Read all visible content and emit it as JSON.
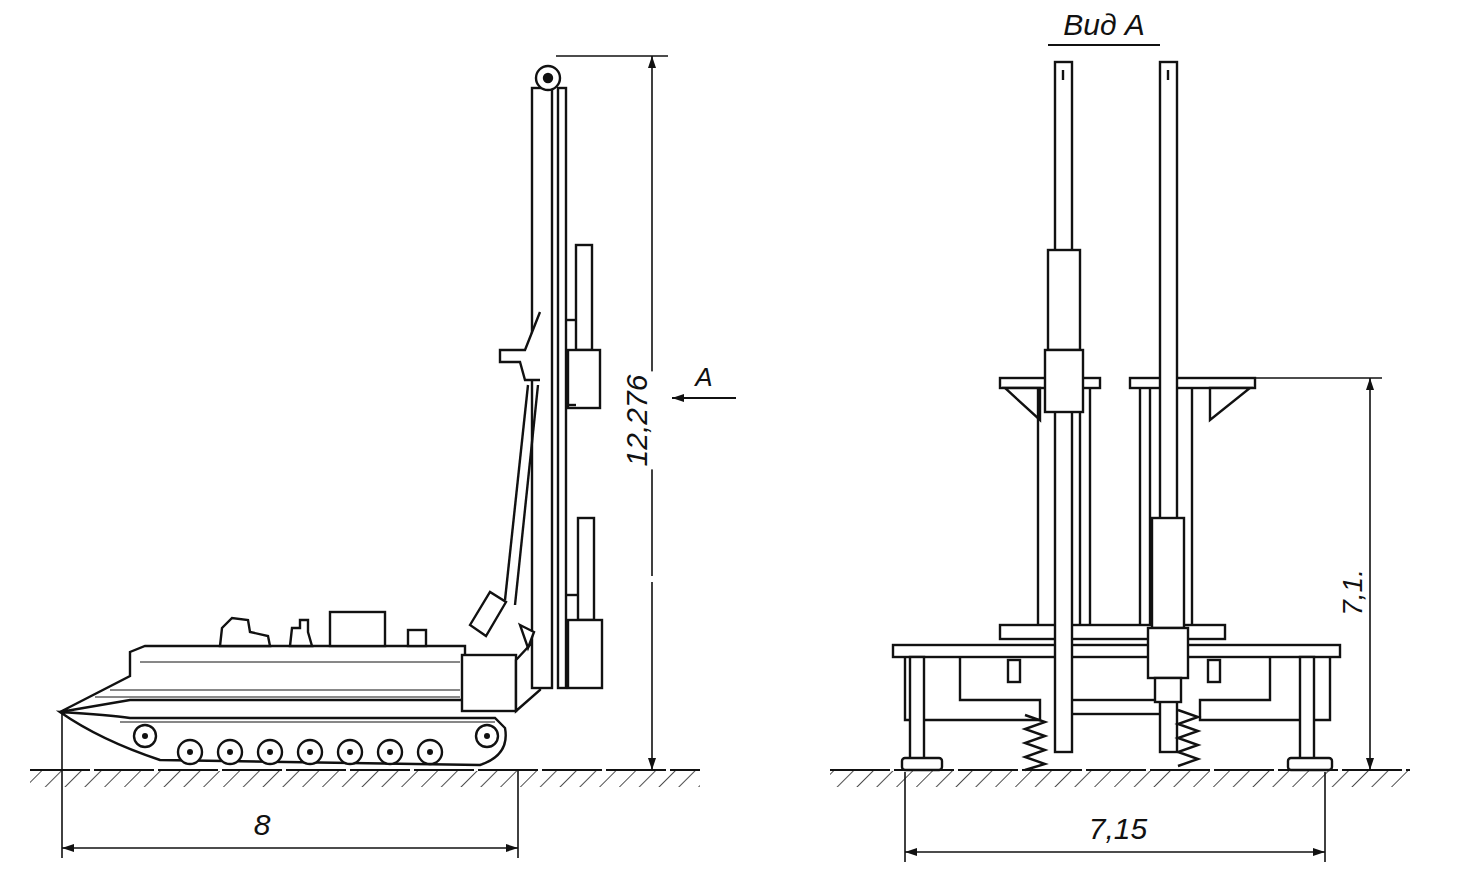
{
  "diagram": {
    "labels": [
      "12,276",
      "A",
      "8",
      "Вид А",
      "7,1.",
      "7,15"
    ]
  }
}
